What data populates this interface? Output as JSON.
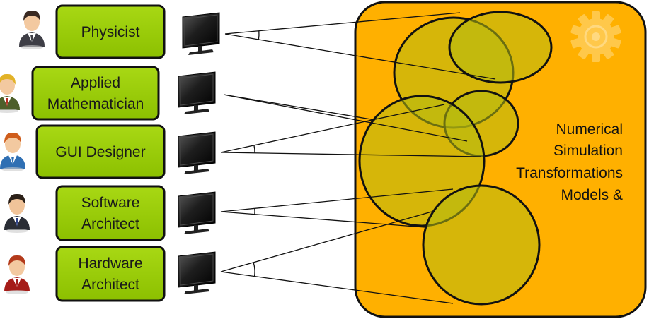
{
  "roles": [
    {
      "lines": [
        "Physicist"
      ],
      "avatar": "female-user-icon"
    },
    {
      "lines": [
        "Applied",
        "Mathematician"
      ],
      "avatar": "blond-male-user-icon"
    },
    {
      "lines": [
        "GUI Designer"
      ],
      "avatar": "red-hair-female-user-icon"
    },
    {
      "lines": [
        "Software",
        "Architect"
      ],
      "avatar": "male-user-icon"
    },
    {
      "lines": [
        "Hardware",
        "Architect"
      ],
      "avatar": "red-hair-male-user-icon"
    }
  ],
  "domain_terms": [
    "Numerical",
    "Simulation",
    "Transformations",
    "Models &"
  ],
  "colors": {
    "role_box_fill": "#99cc00",
    "role_box_stroke": "#111111",
    "domain_fill": "#ffb000",
    "domain_stroke": "#111111",
    "view_fill": "#b5bb10",
    "gear": "#ffc84a",
    "monitor": "#222222"
  },
  "icons": {
    "monitor": "monitor-icon",
    "gear": "gear-icon"
  }
}
